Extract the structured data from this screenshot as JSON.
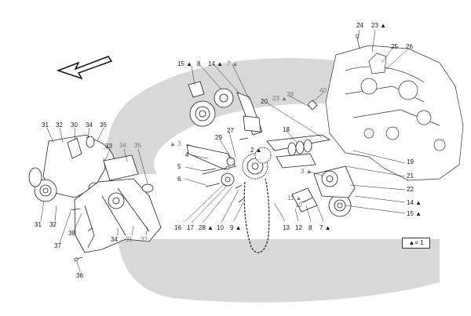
{
  "legend": {
    "text": "▲= 1"
  },
  "callouts": [
    {
      "id": "c1",
      "text": "24"
    },
    {
      "id": "c2",
      "text": "23 ▲"
    },
    {
      "id": "c3",
      "text": "25"
    },
    {
      "id": "c4",
      "text": "26"
    },
    {
      "id": "c5",
      "text": "15 ▲"
    },
    {
      "id": "c6",
      "text": "8"
    },
    {
      "id": "c7",
      "text": "14 ▲"
    },
    {
      "id": "c8",
      "text": "7 ▲"
    },
    {
      "id": "c9",
      "text": "40"
    },
    {
      "id": "c10",
      "text": "39"
    },
    {
      "id": "c11",
      "text": "23 ▲"
    },
    {
      "id": "c12",
      "text": "20"
    },
    {
      "id": "c13",
      "text": "18"
    },
    {
      "id": "c14",
      "text": "27"
    },
    {
      "id": "c15",
      "text": "29"
    },
    {
      "id": "c16",
      "text": "▲ 3"
    },
    {
      "id": "c17",
      "text": "2 ▲"
    },
    {
      "id": "c18",
      "text": "5"
    },
    {
      "id": "c19",
      "text": "4"
    },
    {
      "id": "c20",
      "text": "6"
    },
    {
      "id": "c21",
      "text": "3 ▲"
    },
    {
      "id": "c22",
      "text": "19"
    },
    {
      "id": "c23",
      "text": "21"
    },
    {
      "id": "c24",
      "text": "22"
    },
    {
      "id": "c25",
      "text": "11 ▲"
    },
    {
      "id": "c26",
      "text": "10"
    },
    {
      "id": "c27",
      "text": "14 ▲"
    },
    {
      "id": "c28",
      "text": "15 ▲"
    },
    {
      "id": "c29",
      "text": "16"
    },
    {
      "id": "c30",
      "text": "17"
    },
    {
      "id": "c31",
      "text": "28 ▲"
    },
    {
      "id": "c32",
      "text": "10"
    },
    {
      "id": "c33",
      "text": "9 ▲"
    },
    {
      "id": "c34",
      "text": "13"
    },
    {
      "id": "c35",
      "text": "12"
    },
    {
      "id": "c36",
      "text": "8"
    },
    {
      "id": "c37",
      "text": "7 ▲"
    },
    {
      "id": "c38",
      "text": "31"
    },
    {
      "id": "c39",
      "text": "32"
    },
    {
      "id": "c40",
      "text": "30"
    },
    {
      "id": "c41",
      "text": "34"
    },
    {
      "id": "c42",
      "text": "35"
    },
    {
      "id": "c43",
      "text": "33"
    },
    {
      "id": "c44",
      "text": "34"
    },
    {
      "id": "c45",
      "text": "35"
    },
    {
      "id": "c46",
      "text": "31"
    },
    {
      "id": "c47",
      "text": "32"
    },
    {
      "id": "c48",
      "text": "37"
    },
    {
      "id": "c49",
      "text": "38"
    },
    {
      "id": "c50",
      "text": "34"
    },
    {
      "id": "c51",
      "text": "31"
    },
    {
      "id": "c52",
      "text": "32"
    },
    {
      "id": "c53",
      "text": "36"
    }
  ]
}
